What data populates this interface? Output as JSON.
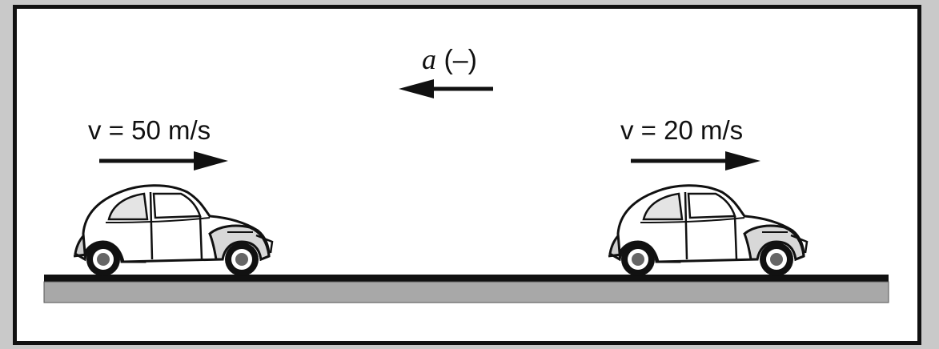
{
  "diagram": {
    "acceleration": {
      "symbol": "a",
      "sign": " (–)"
    },
    "left_car": {
      "velocity_label": "v = 50 m/s",
      "arrow_direction": "right"
    },
    "right_car": {
      "velocity_label": "v = 20 m/s",
      "arrow_direction": "right"
    },
    "colors": {
      "background": "#c9c9c9",
      "panel": "#ffffff",
      "ink": "#111111",
      "road_surface": "#a8a8a8",
      "car_shade": "#d0d0d0"
    }
  }
}
